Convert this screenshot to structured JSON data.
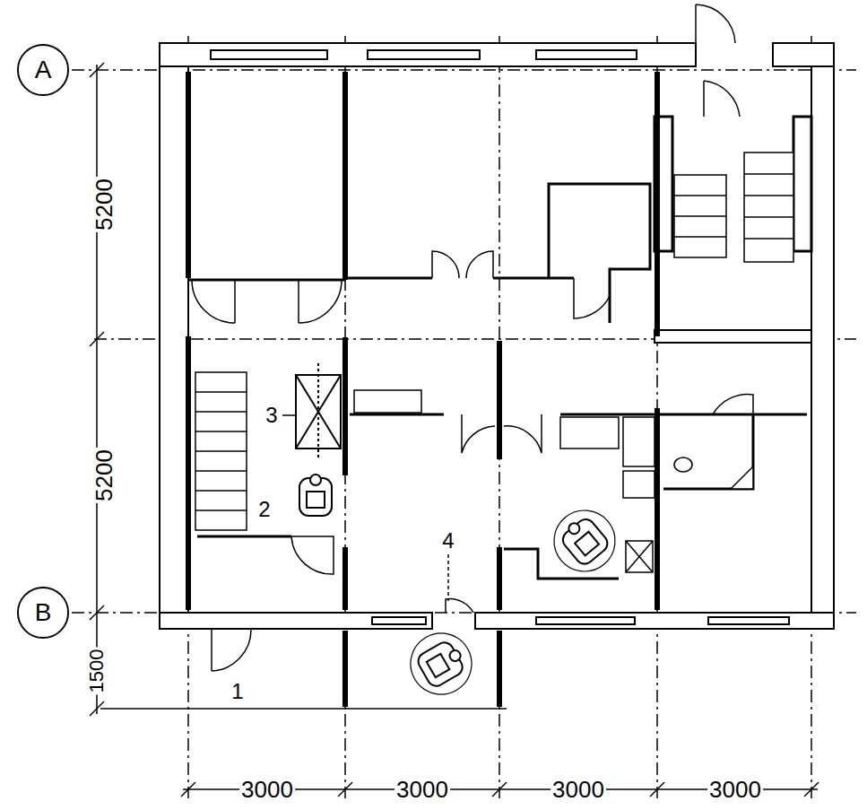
{
  "diagram": {
    "nodes": [
      {
        "text": [
          "A"
        ]
      },
      {
        "text": [
          "B"
        ]
      }
    ],
    "labels": [
      "5200",
      "5200",
      "1500",
      "3000",
      "3000",
      "3000",
      "3000",
      "1",
      "2",
      "3",
      "4"
    ]
  }
}
